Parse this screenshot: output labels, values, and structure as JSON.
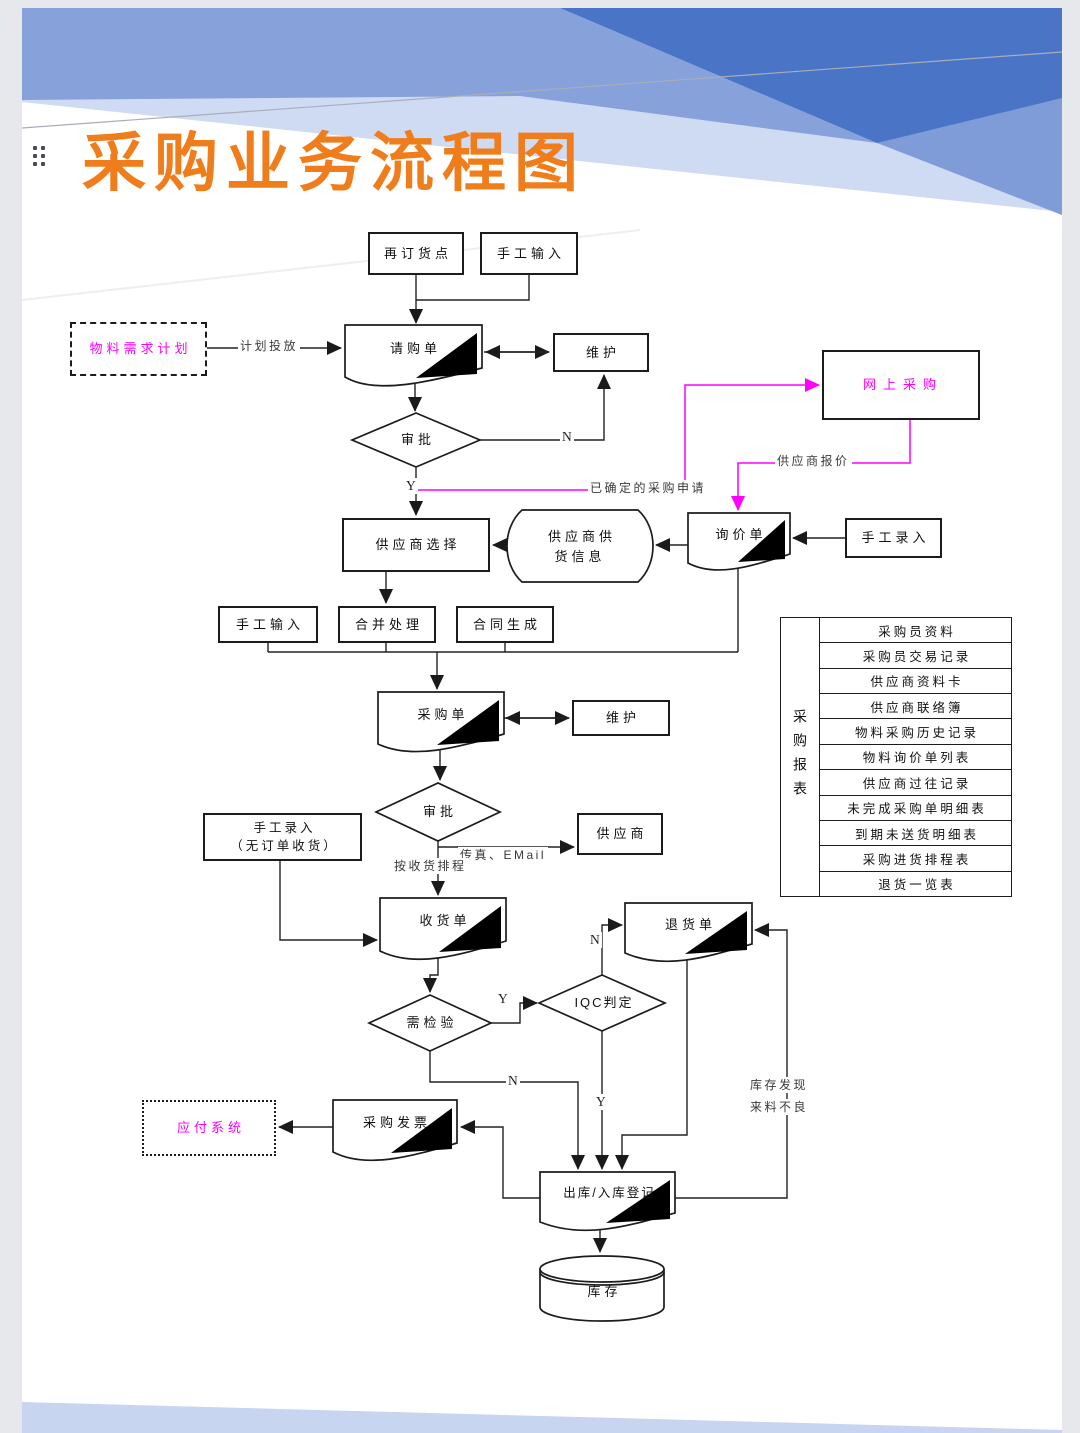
{
  "header": {
    "title": "采购业务流程图"
  },
  "colors": {
    "title_orange": "#f07d1b",
    "magenta": "#ff00ff",
    "line": "#222222",
    "deco_dark_blue": "#4a75c6",
    "deco_light_blue": "#87a1da",
    "deco_pale_blue": "#cfdbf3"
  },
  "icons": {
    "drag_handle": "six-dot-grid"
  },
  "nodes": {
    "reorder_point": {
      "label": "再订货点"
    },
    "manual_input_top": {
      "label": "手工输入"
    },
    "mrp": {
      "label": "物料需求计划"
    },
    "purchase_request": {
      "label": "请购单"
    },
    "maintain1": {
      "label": "维护"
    },
    "approve1": {
      "label": "审批"
    },
    "online_purchase": {
      "label": "网上采购"
    },
    "supplier_select": {
      "label": "供应商选择"
    },
    "supply_info": {
      "label": "供应商供货信息"
    },
    "inquiry": {
      "label": "询价单"
    },
    "manual_entry_right": {
      "label": "手工录入"
    },
    "manual_input2": {
      "label": "手工输入"
    },
    "merge_process": {
      "label": "合并处理"
    },
    "contract_gen": {
      "label": "合同生成"
    },
    "purchase_order": {
      "label": "采购单"
    },
    "maintain2": {
      "label": "维护"
    },
    "approve2": {
      "label": "审批"
    },
    "supplier": {
      "label": "供应商"
    },
    "manual_entry_noorder": {
      "label": "手工录入",
      "sublabel": "（无订单收货）"
    },
    "receiving_note": {
      "label": "收货单"
    },
    "return_note": {
      "label": "退货单"
    },
    "need_inspect": {
      "label": "需检验"
    },
    "iqc": {
      "label": "IQC判定"
    },
    "ap_system": {
      "label": "应付系统"
    },
    "purchase_invoice": {
      "label": "采购发票"
    },
    "inout_register": {
      "label": "出库/入库登记"
    },
    "inventory": {
      "label": "库存"
    }
  },
  "edge_labels": {
    "plan_release": "计划投放",
    "confirmed_request": "已确定的采购申请",
    "supplier_quote": "供应商报价",
    "fax_email": "传真、EMail",
    "by_receive_schedule": "按收货排程",
    "stock_found1": "库存发现",
    "stock_found2": "来料不良",
    "n1": "N",
    "y1": "Y",
    "y2": "Y",
    "n2": "N",
    "n3": "N",
    "y3": "Y"
  },
  "report_table": {
    "header": "采购报表",
    "rows": [
      "采购员资料",
      "采购员交易记录",
      "供应商资料卡",
      "供应商联络簿",
      "物料采购历史记录",
      "物料询价单列表",
      "供应商过往记录",
      "未完成采购单明细表",
      "到期未送货明细表",
      "采购进货排程表",
      "退货一览表"
    ]
  }
}
